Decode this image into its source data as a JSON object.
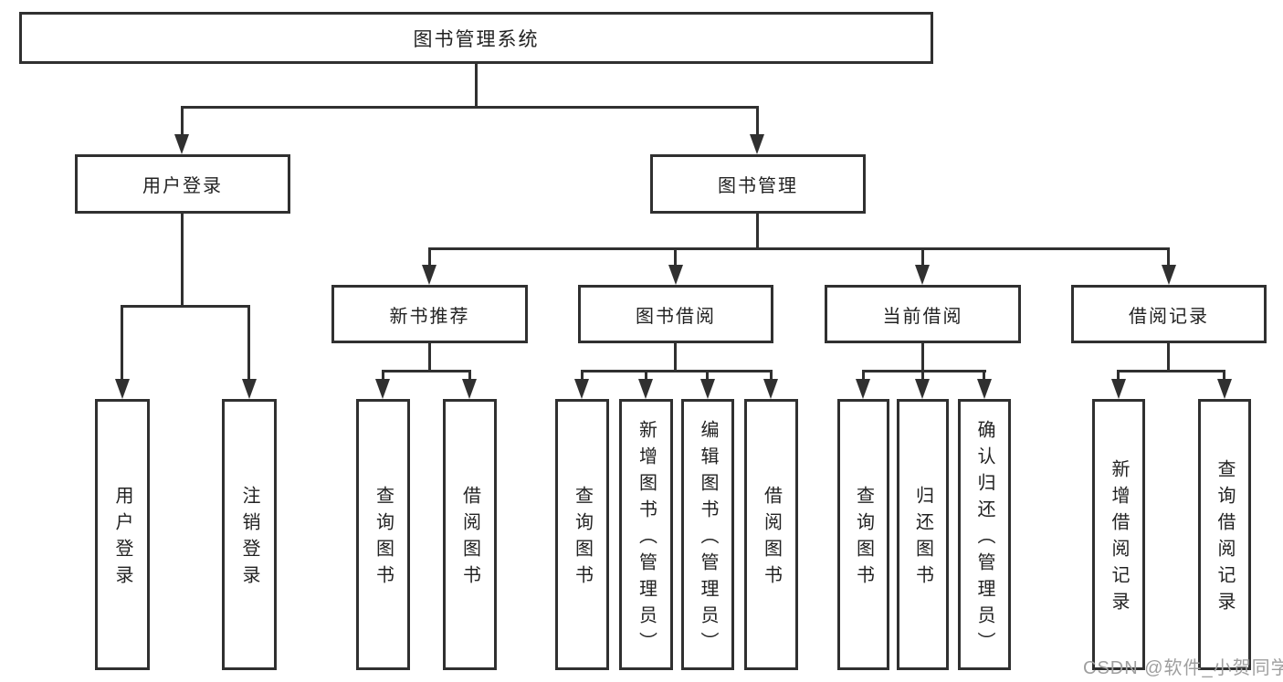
{
  "diagram_type": "hierarchy",
  "tree": {
    "label": "图书管理系统",
    "children": [
      {
        "label": "用户登录",
        "children": [
          {
            "label": "用户登录"
          },
          {
            "label": "注销登录"
          }
        ]
      },
      {
        "label": "图书管理",
        "children": [
          {
            "label": "新书推荐",
            "children": [
              {
                "label": "查询图书"
              },
              {
                "label": "借阅图书"
              }
            ]
          },
          {
            "label": "图书借阅",
            "children": [
              {
                "label": "查询图书"
              },
              {
                "label": "新增图书（管理员）"
              },
              {
                "label": "编辑图书（管理员）"
              },
              {
                "label": "借阅图书"
              }
            ]
          },
          {
            "label": "当前借阅",
            "children": [
              {
                "label": "查询图书"
              },
              {
                "label": "归还图书"
              },
              {
                "label": "确认归还（管理员）"
              }
            ]
          },
          {
            "label": "借阅记录",
            "children": [
              {
                "label": "新增借阅记录"
              },
              {
                "label": "查询借阅记录"
              }
            ]
          }
        ]
      }
    ]
  },
  "watermark": {
    "text": "CSDN @软件_小贺同学"
  },
  "colors": {
    "line": "#303030",
    "box_border": "#303030",
    "box_fill": "#ffffff",
    "text": "#222222",
    "watermark": "#9f9f9f",
    "background": "#ffffff"
  }
}
